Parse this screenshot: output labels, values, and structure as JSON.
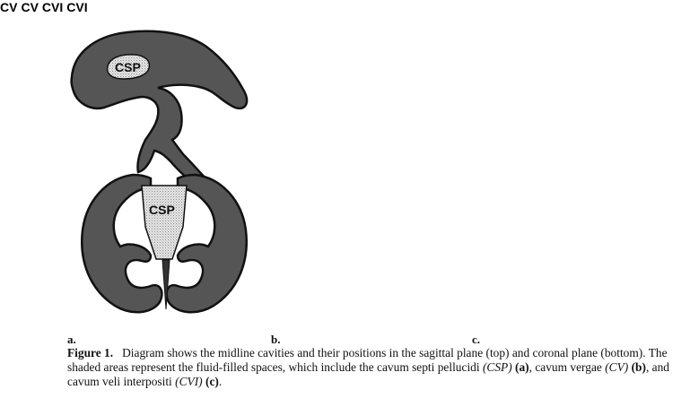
{
  "figure": {
    "panels": [
      {
        "letter": "a.",
        "label": "CSP"
      },
      {
        "letter": "b.",
        "label": "CV"
      },
      {
        "letter": "c.",
        "label": "CVI"
      }
    ]
  },
  "caption": {
    "figure_label": "Figure 1.",
    "text_1": "Diagram shows the midline cavities and their positions in the sagittal plane (top) and coronal plane (bottom). The shaded areas represent the fluid-filled spaces, which include the cavum septi pellucidi",
    "csp_abbr": "(CSP)",
    "csp_panel": "(a)",
    "text_2": ", cavum vergae",
    "cv_abbr": "(CV)",
    "cv_panel": "(b)",
    "text_3": ", and cavum veli interpositi",
    "cvi_abbr": "(CVI)",
    "cvi_panel": "(c)",
    "text_4": "."
  },
  "colors": {
    "tissue": "#555555",
    "outline": "#111111",
    "fluid": "#dcdcdc"
  }
}
